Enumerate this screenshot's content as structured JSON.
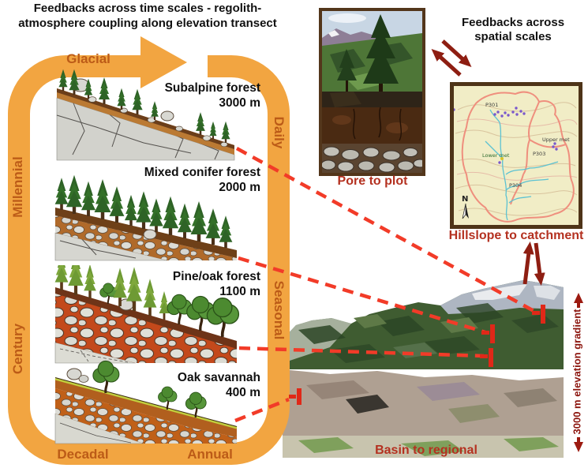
{
  "title": {
    "line1": "Feedbacks across time scales - regolith-",
    "line2": "atmosphere coupling along elevation transect"
  },
  "time_cycle": {
    "glacial": "Glacial",
    "daily": "Daily",
    "seasonal": "Seasonal",
    "annual": "Annual",
    "decadal": "Decadal",
    "century": "Century",
    "millennial": "Millennial",
    "band_color": "#F2A541",
    "label_color": "#BC5B17"
  },
  "panels": [
    {
      "name": "Subalpine forest",
      "elevation": "3000 m"
    },
    {
      "name": "Mixed conifer forest",
      "elevation": "2000 m"
    },
    {
      "name": "Pine/oak forest",
      "elevation": "1100 m"
    },
    {
      "name": "Oak savannah",
      "elevation": "400 m"
    }
  ],
  "spatial": {
    "title_line1": "Feedbacks across",
    "title_line2": "spatial scales",
    "pore_caption": "Pore to plot",
    "hillslope_caption": "Hillslope to catchment",
    "basin_caption": "Basin to regional",
    "caption_color": "#B43120",
    "map": {
      "p301": "P301",
      "upper_met": "Upper met",
      "p303": "P303",
      "lower_met": "Lower met",
      "p304": "P304",
      "north": "N"
    }
  },
  "elevation_gradient": {
    "label": "3000 m elevation gradient",
    "color": "#8C150E"
  },
  "connector_colors": {
    "dashed_line": "#F23B28",
    "feedback_arrow": "#8E1E12"
  }
}
